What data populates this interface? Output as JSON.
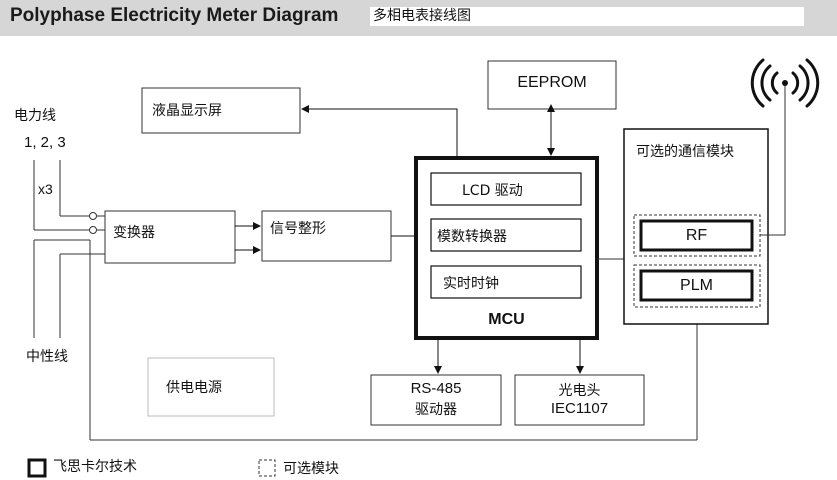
{
  "header": {
    "title_en": "Polyphase Electricity Meter Diagram",
    "title_cn": "多相电表接线图"
  },
  "inputs": {
    "power_line": "电力线",
    "phases": "1, 2, 3",
    "multiplier": "x3",
    "neutral": "中性线"
  },
  "blocks": {
    "lcd_display": "液晶显示屏",
    "eeprom": "EEPROM",
    "transformer": "变换器",
    "signal_shaping": "信号整形",
    "power_supply": "供电电源",
    "rs485_line1": "RS-485",
    "rs485_line2": "驱动器",
    "optical_line1": "光电头",
    "optical_line2": "IEC1107"
  },
  "mcu": {
    "label": "MCU",
    "lcd_driver": "LCD 驱动",
    "adc": "模数转换器",
    "rtc": "实时时钟"
  },
  "comm": {
    "title": "可选的通信模块",
    "rf": "RF",
    "plm": "PLM"
  },
  "legend": {
    "freescale": "飞思卡尔技术",
    "optional": "可选模块"
  },
  "icons": {
    "antenna": "antenna-icon"
  }
}
